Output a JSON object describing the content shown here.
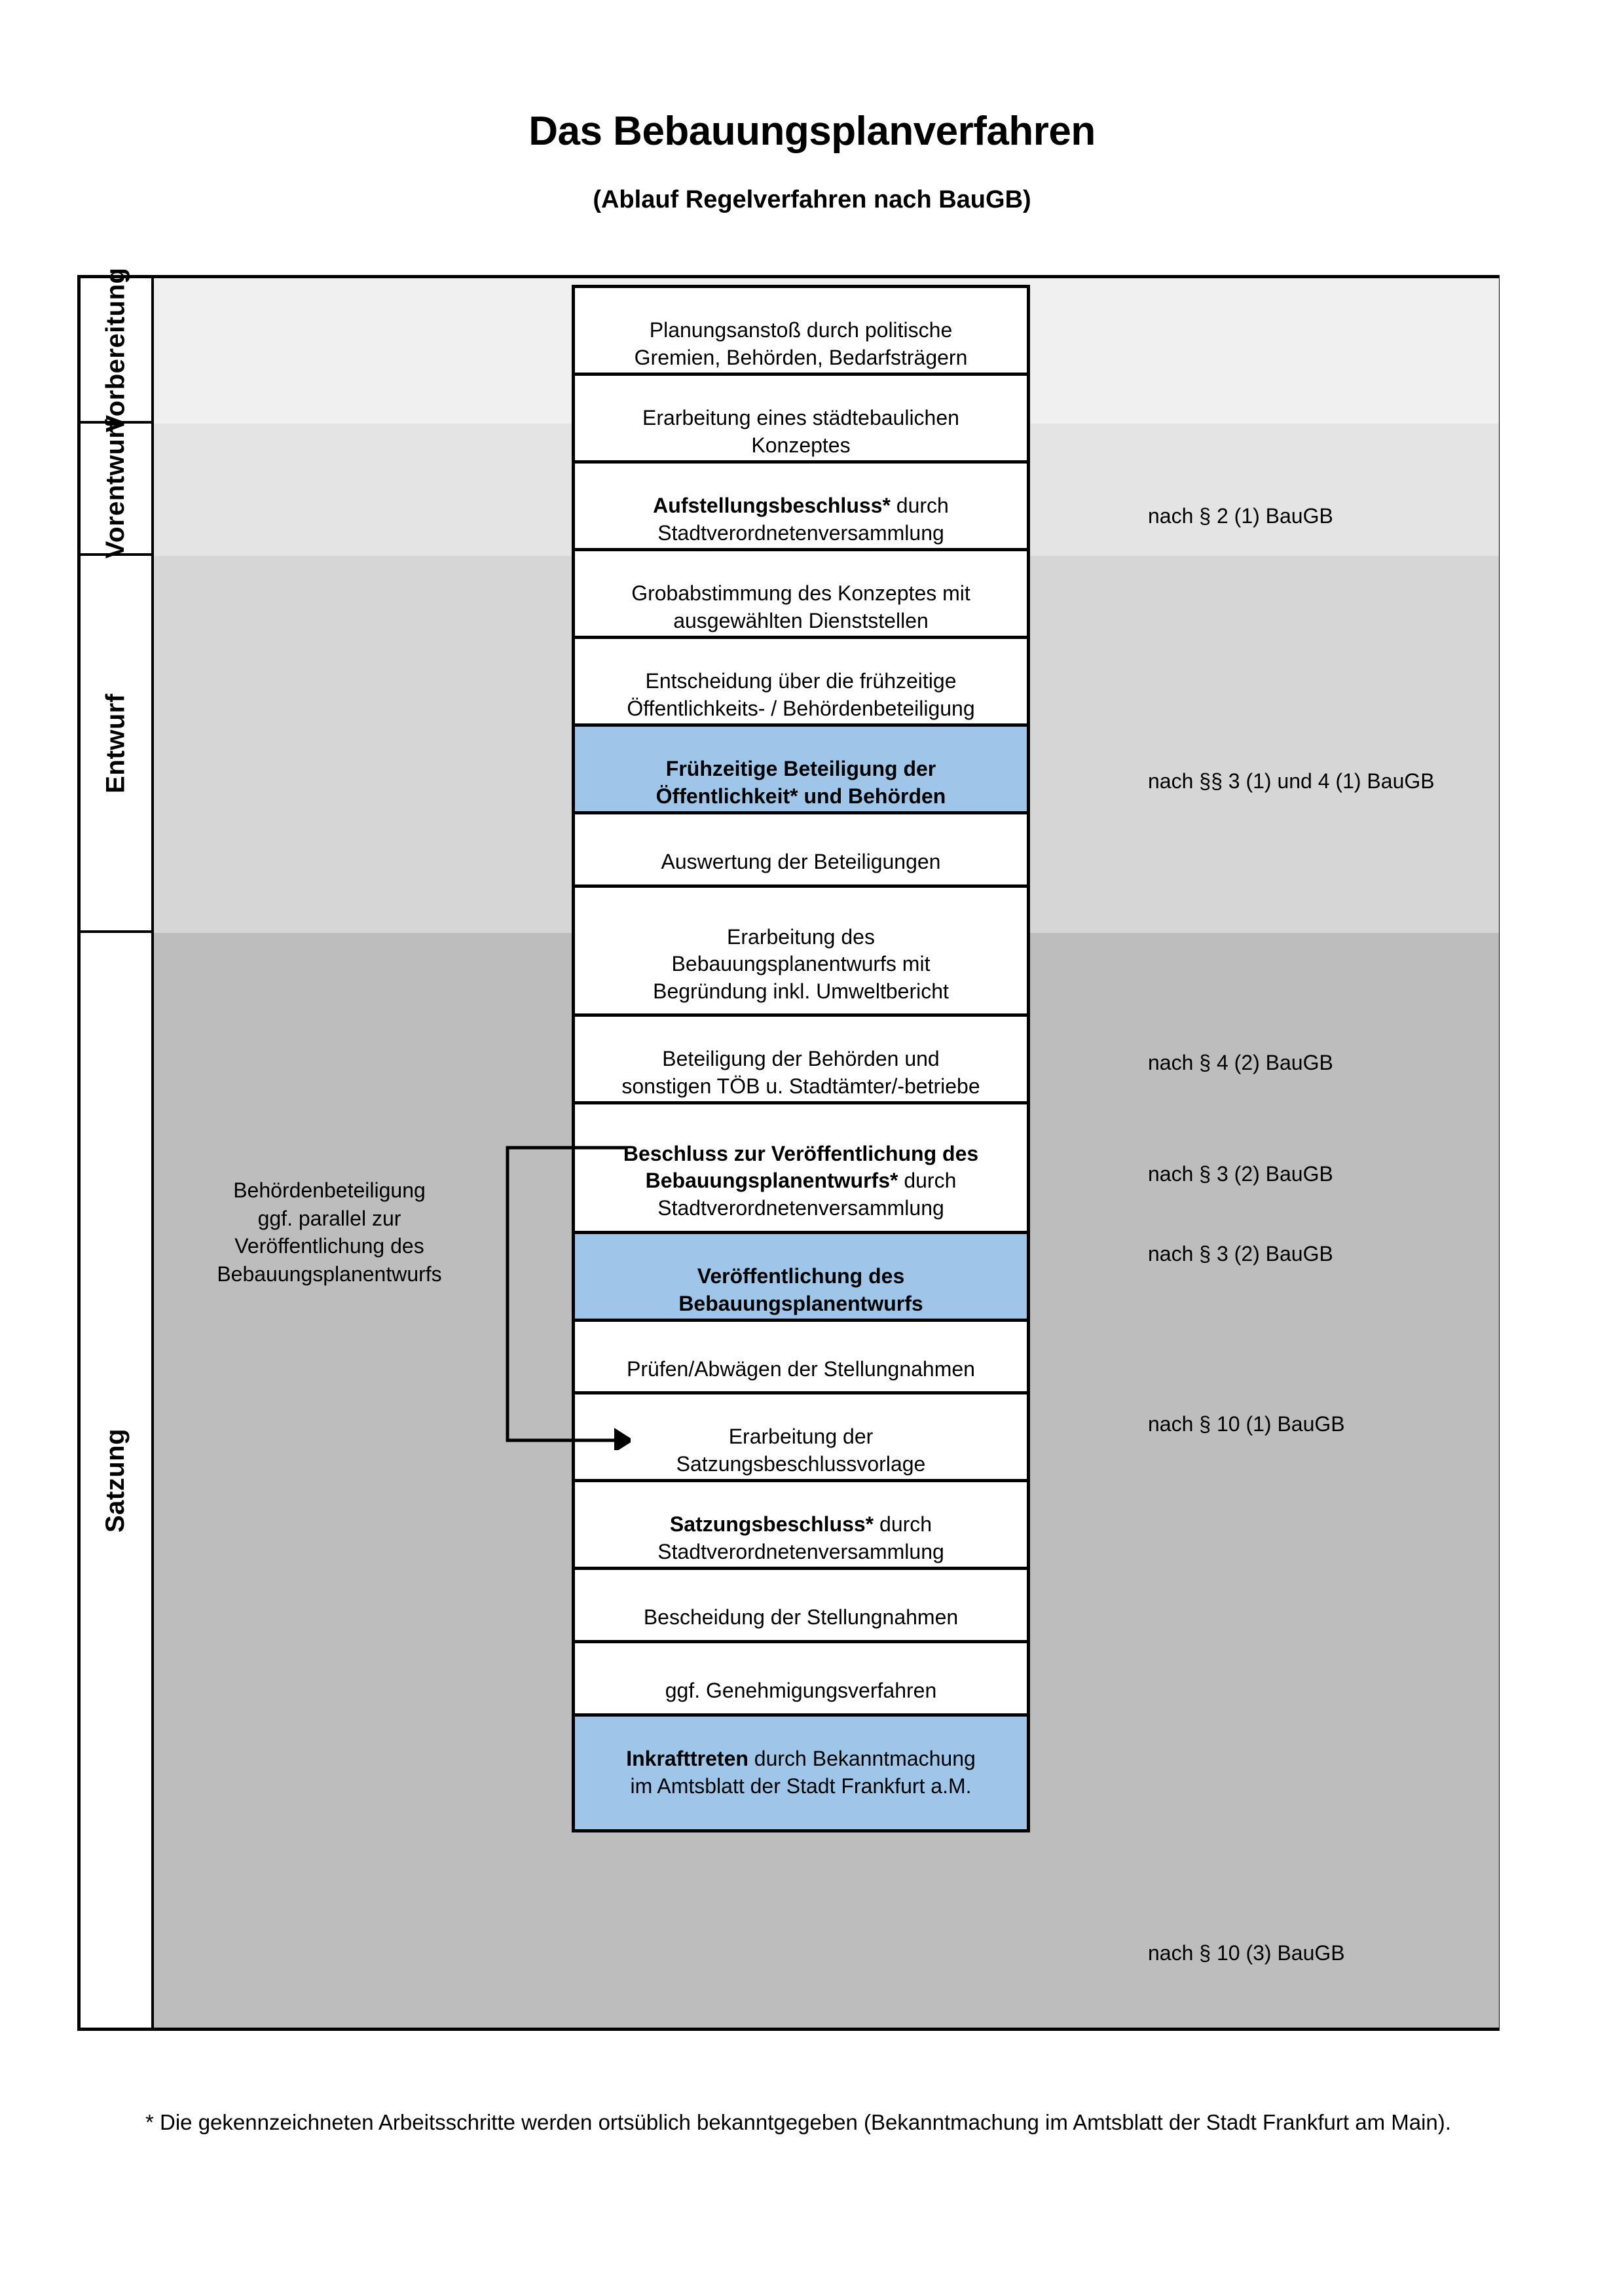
{
  "header": {
    "title": "Das Bebauungsplanverfahren",
    "subtitle": "(Ablauf Regelverfahren nach BauGB)"
  },
  "colors": {
    "highlight_blue": "#9FC5E8",
    "band_vorbereitung": "#F0F0F0",
    "band_vorentwurf": "#E4E4E4",
    "band_entwurf": "#D6D6D6",
    "band_satzung": "#BDBDBD",
    "border": "#000000"
  },
  "sections": [
    {
      "id": "vorbereitung",
      "label": "Vorbereitung",
      "background": "#F0F0F0"
    },
    {
      "id": "vorentwurf",
      "label": "Vorentwurf",
      "background": "#E4E4E4"
    },
    {
      "id": "entwurf",
      "label": "Entwurf",
      "background": "#D6D6D6"
    },
    {
      "id": "satzung",
      "label": "Satzung",
      "background": "#BDBDBD"
    }
  ],
  "steps": [
    {
      "id": "planungsanstoss",
      "section": "vorbereitung",
      "highlighted": false,
      "lines": [
        {
          "text": "Planungsanstoß durch politische",
          "bold": false
        },
        {
          "text": "Gremien, Behörden, Bedarfsträgern",
          "bold": false
        }
      ]
    },
    {
      "id": "staedtebauliches-konzept",
      "section": "vorbereitung",
      "highlighted": false,
      "lines": [
        {
          "text": "Erarbeitung eines städtebaulichen",
          "bold": false
        },
        {
          "text": "Konzeptes",
          "bold": false
        }
      ]
    },
    {
      "id": "aufstellungsbeschluss",
      "section": "vorbereitung",
      "highlighted": false,
      "lines": [
        {
          "text": "Aufstellungsbeschluss*",
          "bold": true,
          "suffix": " durch"
        },
        {
          "text": "Stadtverordnetenversammlung",
          "bold": false
        }
      ]
    },
    {
      "id": "grobabstimmung",
      "section": "vorentwurf",
      "highlighted": false,
      "lines": [
        {
          "text": "Grobabstimmung des Konzeptes mit",
          "bold": false
        },
        {
          "text": "ausgewählten Dienststellen",
          "bold": false
        }
      ]
    },
    {
      "id": "entscheidung-fruehzeitige",
      "section": "vorentwurf",
      "highlighted": false,
      "lines": [
        {
          "text": "Entscheidung über die frühzeitige",
          "bold": false
        },
        {
          "text": "Öffentlichkeits- / Behördenbeteiligung",
          "bold": false
        }
      ]
    },
    {
      "id": "fruehzeitige-beteiligung",
      "section": "vorentwurf",
      "highlighted": true,
      "lines": [
        {
          "text": "Frühzeitige Beteiligung der",
          "bold": true
        },
        {
          "text": "Öffentlichkeit* und Behörden",
          "bold": true
        }
      ]
    },
    {
      "id": "auswertung-beteiligungen",
      "section": "entwurf",
      "highlighted": false,
      "lines": [
        {
          "text": "Auswertung der Beteiligungen",
          "bold": false
        }
      ]
    },
    {
      "id": "erarbeitung-bebauungsplanentwurf",
      "section": "entwurf",
      "highlighted": false,
      "lines": [
        {
          "text": "Erarbeitung des",
          "bold": false
        },
        {
          "text": "Bebauungsplanentwurfs mit",
          "bold": false
        },
        {
          "text": "Begründung inkl. Umweltbericht",
          "bold": false
        }
      ]
    },
    {
      "id": "beteiligung-behoerden-toeb",
      "section": "entwurf",
      "highlighted": false,
      "lines": [
        {
          "text": "Beteiligung der Behörden und",
          "bold": false
        },
        {
          "text": "sonstigen TÖB u. Stadtämter/-betriebe",
          "bold": false
        }
      ]
    },
    {
      "id": "beschluss-veroeffentlichung",
      "section": "entwurf",
      "highlighted": false,
      "lines": [
        {
          "text": "Beschluss zur Veröffentlichung des",
          "bold": true
        },
        {
          "text": "Bebauungsplanentwurfs*",
          "bold": true,
          "suffix": " durch"
        },
        {
          "text": "Stadtverordnetenversammlung",
          "bold": false
        }
      ]
    },
    {
      "id": "veroeffentlichung-entwurf",
      "section": "entwurf",
      "highlighted": true,
      "lines": [
        {
          "text": "Veröffentlichung des",
          "bold": true
        },
        {
          "text": "Bebauungsplanentwurfs",
          "bold": true
        }
      ]
    },
    {
      "id": "pruefen-abwaegen",
      "section": "satzung",
      "highlighted": false,
      "lines": [
        {
          "text": "Prüfen/Abwägen der Stellungnahmen",
          "bold": false
        }
      ]
    },
    {
      "id": "erarbeitung-satzungsbeschlussvorlage",
      "section": "satzung",
      "highlighted": false,
      "lines": [
        {
          "text": "Erarbeitung der",
          "bold": false
        },
        {
          "text": "Satzungsbeschlussvorlage",
          "bold": false
        }
      ]
    },
    {
      "id": "satzungsbeschluss",
      "section": "satzung",
      "highlighted": false,
      "lines": [
        {
          "text": "Satzungsbeschluss*",
          "bold": true,
          "suffix": " durch"
        },
        {
          "text": "Stadtverordnetenversammlung",
          "bold": false
        }
      ]
    },
    {
      "id": "bescheidung-stellungnahmen",
      "section": "satzung",
      "highlighted": false,
      "lines": [
        {
          "text": "Bescheidung der Stellungnahmen",
          "bold": false
        }
      ]
    },
    {
      "id": "genehmigungsverfahren",
      "section": "satzung",
      "highlighted": false,
      "lines": [
        {
          "text": "ggf. Genehmigungsverfahren",
          "bold": false
        }
      ]
    },
    {
      "id": "inkrafttreten",
      "section": "satzung",
      "highlighted": true,
      "lines": [
        {
          "text": "Inkrafttreten",
          "bold": true,
          "suffix": " durch Bekanntmachung"
        },
        {
          "text": "im Amtsblatt der Stadt Frankfurt a.M.",
          "bold": false
        }
      ]
    }
  ],
  "legal_refs": [
    {
      "id": "ref-par2-1",
      "text": "nach § 2 (1) BauGB"
    },
    {
      "id": "ref-par3-1-4-1",
      "text": "nach §§ 3 (1) und 4 (1) BauGB"
    },
    {
      "id": "ref-par4-2",
      "text": "nach § 4 (2) BauGB"
    },
    {
      "id": "ref-par3-2-a",
      "text": "nach § 3 (2) BauGB"
    },
    {
      "id": "ref-par3-2-b",
      "text": "nach § 3 (2) BauGB"
    },
    {
      "id": "ref-par10-1",
      "text": "nach § 10 (1) BauGB"
    },
    {
      "id": "ref-par10-3",
      "text": "nach § 10 (3) BauGB"
    }
  ],
  "side_annotation": {
    "lines": [
      "Behördenbeteiligung",
      "ggf. parallel zur",
      "Veröffentlichung des",
      "Bebauungsplanentwurfs"
    ]
  },
  "footnote": {
    "text": "* Die gekennzeichneten Arbeitsschritte werden ortsüblich bekanntgegeben (Bekanntmachung im Amtsblatt  der Stadt Frankfurt am Main)."
  }
}
